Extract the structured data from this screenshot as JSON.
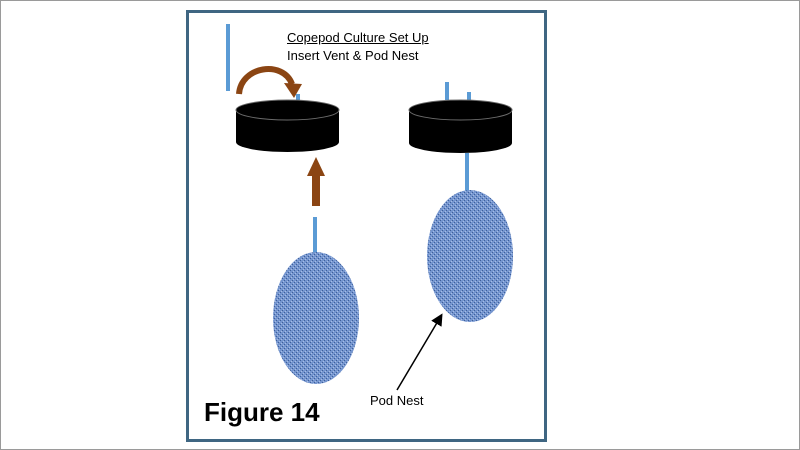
{
  "diagram": {
    "title": "Copepod Culture Set Up",
    "subtitle": "Insert Vent & Pod Nest",
    "callout_label": "Pod Nest",
    "figure_label": "Figure 14"
  },
  "colors": {
    "frame": "#3f6682",
    "lid": "#000000",
    "vent_tube": "#5b9bd5",
    "arrow": "#8b4513",
    "nest_fill": "#6d8fcb"
  }
}
